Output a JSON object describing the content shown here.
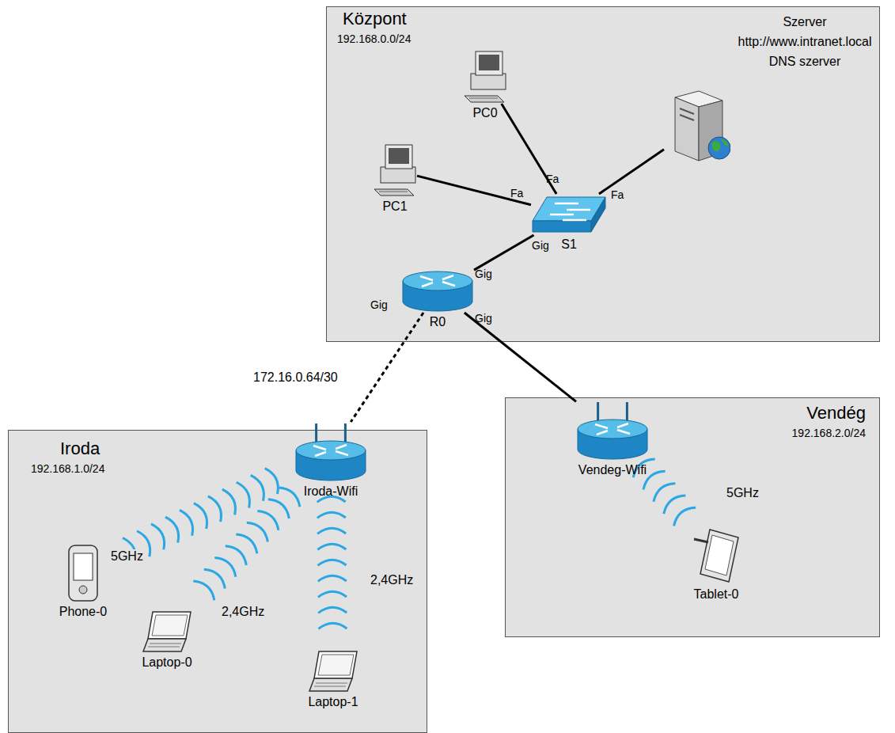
{
  "diagram": {
    "nodes": [
      {
        "text": [
          "Központ",
          "192.168.0.0/24"
        ]
      },
      {
        "text": [
          "Szerver http://www.intranet.local DNS szerver"
        ],
        "in": 0
      },
      {
        "text": [
          "PC0"
        ],
        "in": 0
      },
      {
        "text": [
          "PC1"
        ],
        "in": 0
      },
      {
        "text": [
          "S1"
        ],
        "in": 0
      },
      {
        "text": [
          "R0"
        ],
        "in": 0
      },
      {
        "text": [
          "Iroda",
          "192.168.1.0/24"
        ]
      },
      {
        "text": [
          "Iroda-Wifi"
        ],
        "in": 6
      },
      {
        "text": [
          "Phone-0"
        ],
        "in": 6
      },
      {
        "text": [
          "Laptop-0"
        ],
        "in": 6
      },
      {
        "text": [
          "Laptop-1"
        ],
        "in": 6
      },
      {
        "text": [
          "Vendég",
          "192.168.2.0/24"
        ]
      },
      {
        "text": [
          "Vendeg-Wifi"
        ],
        "in": 11
      },
      {
        "text": [
          "Tablet-0"
        ],
        "in": 11
      }
    ],
    "edges": [
      {
        "from": 2,
        "to": 4,
        "arrow": "none"
      },
      {
        "from": 3,
        "to": 4,
        "arrow": "none"
      },
      {
        "from": 1,
        "to": 4,
        "arrow": "none"
      },
      {
        "from": 4,
        "to": 5,
        "arrow": "none"
      },
      {
        "from": 5,
        "to": 7,
        "label": "172.16.0.64/30",
        "arrow": "none"
      },
      {
        "from": 5,
        "to": 12,
        "arrow": "none"
      },
      {
        "from": 7,
        "to": 8,
        "label": "5GHz",
        "arrow": "none"
      },
      {
        "from": 7,
        "to": 9,
        "label": "2,4GHz",
        "arrow": "none"
      },
      {
        "from": 7,
        "to": 10,
        "label": "2,4GHz",
        "arrow": "none"
      },
      {
        "from": 12,
        "to": 13,
        "label": "5GHz",
        "arrow": "none"
      }
    ],
    "labels": [
      "Fa",
      "Fa",
      "Fa",
      "Gig",
      "Gig",
      "Gig",
      "Gig"
    ]
  }
}
